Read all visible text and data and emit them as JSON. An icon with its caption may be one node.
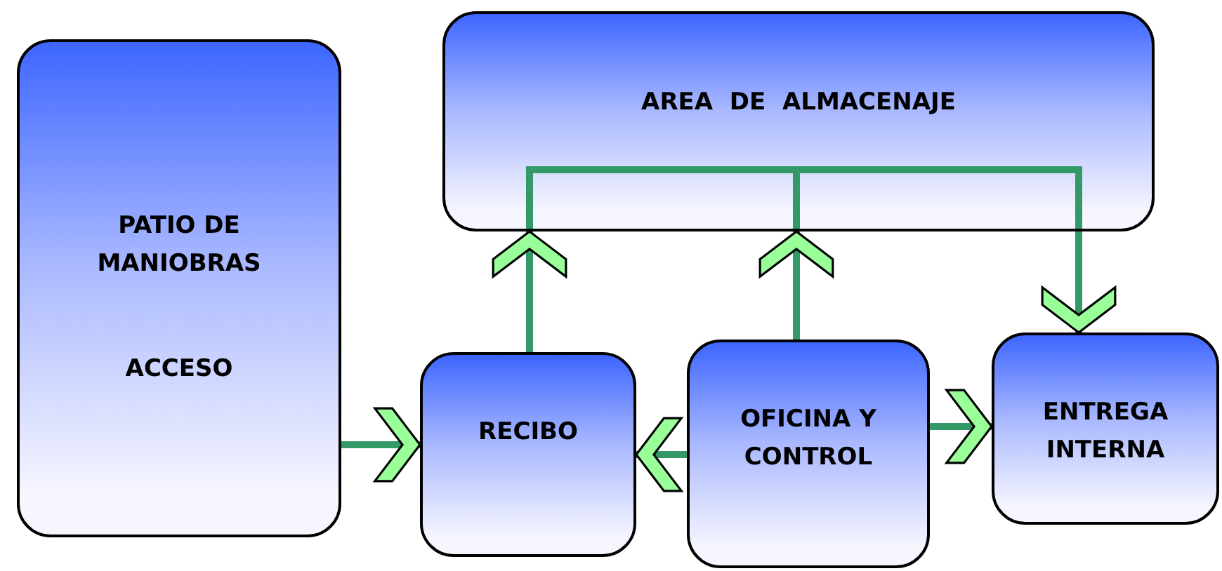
{
  "diagram": {
    "nodes": [
      {
        "text": [
          "PATIO DE MANIOBRAS",
          "ACCESO"
        ]
      },
      {
        "text": [
          "AREA  DE  ALMACENAJE"
        ]
      },
      {
        "text": [
          "RECIBO"
        ]
      },
      {
        "text": [
          "OFICINA Y CONTROL"
        ]
      },
      {
        "text": [
          "ENTREGA INTERNA"
        ]
      }
    ],
    "edges": [
      {
        "from": 0,
        "to": 2,
        "arrow": "to"
      },
      {
        "from": 2,
        "to": 1,
        "arrow": "to"
      },
      {
        "from": 3,
        "to": 1,
        "arrow": "to"
      },
      {
        "from": 1,
        "to": 4,
        "arrow": "to"
      },
      {
        "from": 3,
        "to": 2,
        "arrow": "to"
      },
      {
        "from": 3,
        "to": 4,
        "arrow": "to"
      }
    ]
  }
}
